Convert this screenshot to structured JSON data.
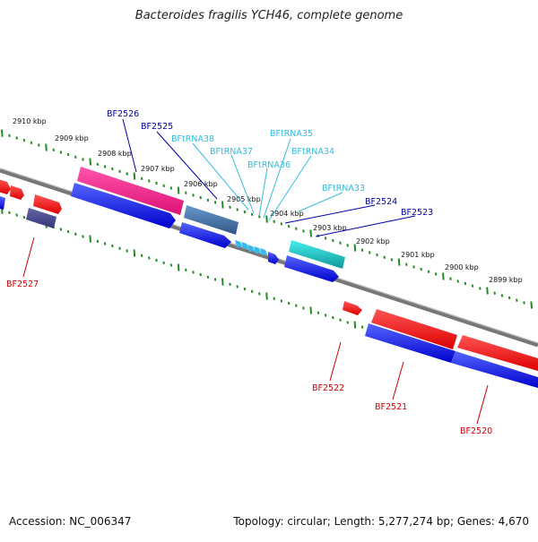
{
  "title": "Bacteroides fragilis YCH46, complete genome",
  "accession": "Accession: NC_006347",
  "summary": "Topology: circular; Length: 5,277,274 bp; Genes: 4,670",
  "kbp_labels": [
    "2910 kbp",
    "2909 kbp",
    "2908 kbp",
    "2907 kbp",
    "2906 kbp",
    "2905 kbp",
    "2904 kbp",
    "2903 kbp",
    "2902 kbp",
    "2901 kbp",
    "2900 kbp",
    "2899 kbp"
  ],
  "gene_labels": {
    "bf2526": "BF2526",
    "bf2525": "BF2525",
    "bftrna38": "BFtRNA38",
    "bftrna37": "BFtRNA37",
    "bftrna36": "BFtRNA36",
    "bftrna35": "BFtRNA35",
    "bftrna34": "BFtRNA34",
    "bftrna33": "BFtRNA33",
    "bf2524": "BF2524",
    "bf2523": "BF2523",
    "bf2527": "BF2527",
    "bf2522": "BF2522",
    "bf2521": "BF2521",
    "bf2520": "BF2520"
  },
  "colors": {
    "backbone": "#777777",
    "tick": "#228b22",
    "cds_forward": "#1010ee",
    "cds_reverse": "#ee1111",
    "pink": "#ee2288",
    "steel": "#4477aa",
    "cyan": "#22cccc",
    "trna": "#33bbee",
    "navy": "#444488",
    "label_blue": "#000099",
    "label_cyan": "#33bbdd",
    "label_red": "#cc0000"
  }
}
